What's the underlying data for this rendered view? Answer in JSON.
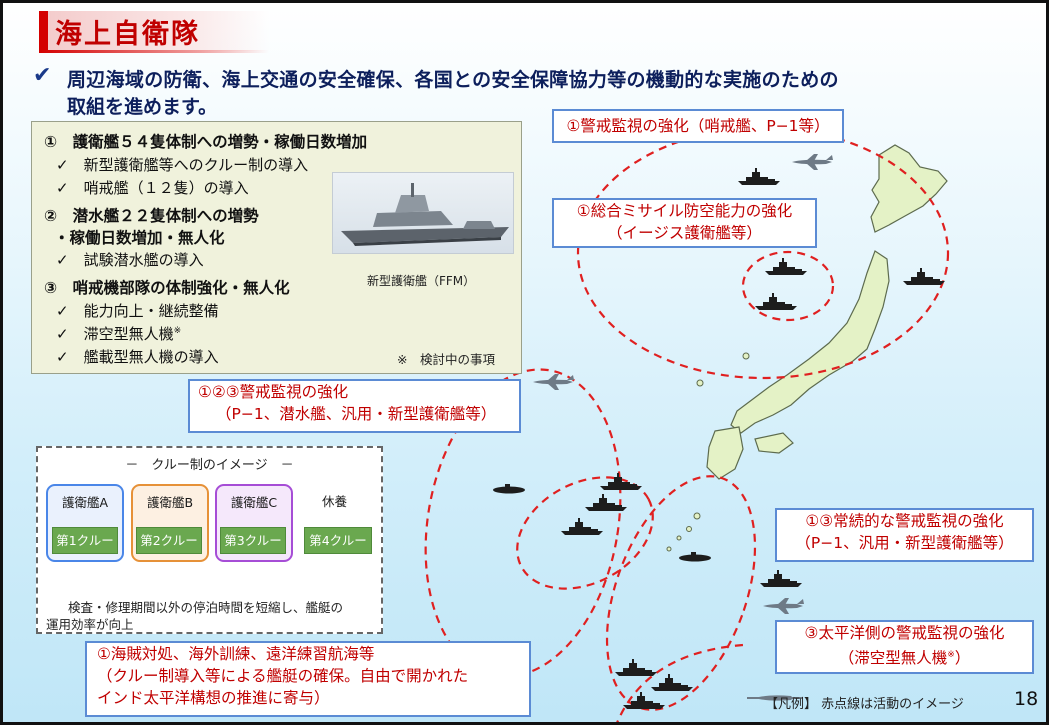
{
  "header": {
    "title": "海上自衛隊",
    "lead_line1": "周辺海域の防衛、海上交通の安全確保、各国との安全保障協力等の機動的な実施のための",
    "lead_line2": "取組を進めます。",
    "check_mark": "✔"
  },
  "summary": {
    "item1": "①　護衛艦５４隻体制への増勢・稼働日数増加",
    "item1_sub1": "✓　新型護衛艦等へのクルー制の導入",
    "item1_sub2": "✓　哨戒艦（１２隻）の導入",
    "item2_line1": "②　潜水艦２２隻体制への増勢",
    "item2_line2": "・稼働日数増加・無人化",
    "item2_sub1": "✓　試験潜水艦の導入",
    "item3": "③　哨戒機部隊の体制強化・無人化",
    "item3_sub1": "✓　能力向上・継続整備",
    "item3_sub2": "✓　滞空型無人機",
    "item3_sub2_mark": "※",
    "item3_sub3": "✓　艦載型無人機の導入",
    "photo_caption": "新型護衛艦（FFM）",
    "note": "※　検討中の事項"
  },
  "crew": {
    "title": "－　クルー制のイメージ　－",
    "ships": [
      "護衛艦A",
      "護衛艦B",
      "護衛艦C"
    ],
    "rest": "休養",
    "crews": [
      "第1クルー",
      "第2クルー",
      "第3クルー",
      "第4クルー"
    ],
    "note_line1": "検査・修理期間以外の停泊時間を短縮し、艦艇の",
    "note_line2": "運用効率が向上"
  },
  "callouts": {
    "c1": "①警戒監視の強化（哨戒艦、P−1等）",
    "c2_line1": "①総合ミサイル防空能力の強化",
    "c2_line2": "（イージス護衛艦等）",
    "c3_line1": "①②③警戒監視の強化",
    "c3_line2": "（P−1、潜水艦、汎用・新型護衛艦等）",
    "c4_line1": "①③常続的な警戒監視の強化",
    "c4_line2": "（P−1、汎用・新型護衛艦等）",
    "c5_line1": "③太平洋側の警戒監視の強化",
    "c5_line2": "（滞空型無人機",
    "c5_mark": "※",
    "c5_line2_end": "）",
    "c6_line1": "①海賊対処、海外訓練、遠洋練習航海等",
    "c6_line2": "（クルー制導入等による艦艇の確保。自由で開かれた",
    "c6_line3": "インド太平洋構想の推進に寄与）"
  },
  "footer": {
    "legend": "【凡例】 赤点線は活動のイメージ",
    "page_number": "18"
  },
  "colors": {
    "title_red": "#c00000",
    "accent_blue": "#5b8bd4",
    "dashed_red": "#e02020",
    "land_green": "#e4f2c6",
    "crew_green": "#6aa84f",
    "ship_a": "#4a86e8",
    "ship_b": "#e69138",
    "ship_c": "#a64dd6"
  },
  "icons": [
    "check-icon",
    "frigate-photo",
    "ship-icon",
    "submarine-icon",
    "patrol-aircraft-icon",
    "drone-icon"
  ]
}
